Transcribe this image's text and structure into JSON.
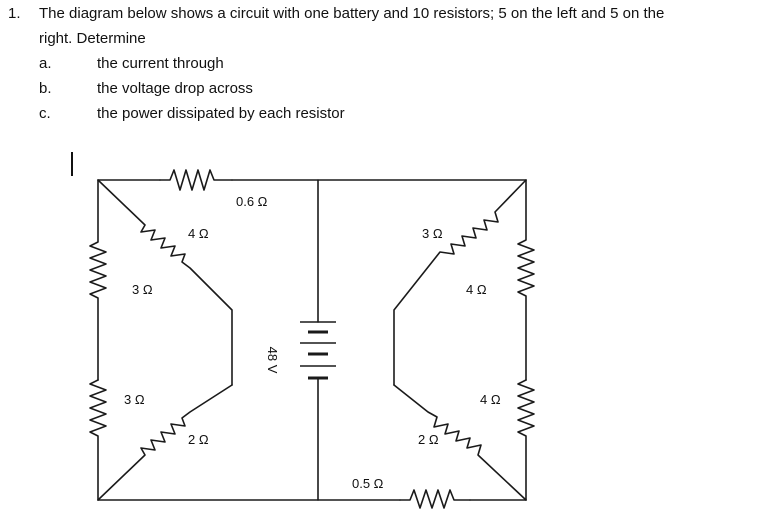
{
  "problem": {
    "number": "1.",
    "stem_line1": "The diagram below shows a circuit with one battery and 10 resistors; 5 on the left and 5 on the",
    "stem_line2": "right. Determine",
    "items": [
      {
        "letter": "a.",
        "text": "the current through"
      },
      {
        "letter": "b.",
        "text": "the voltage drop across"
      },
      {
        "letter": "c.",
        "text": "the power dissipated by each resistor"
      }
    ]
  },
  "circuit": {
    "battery_label": "48 V",
    "left_labels": [
      "0.6 Ω",
      "4 Ω",
      "3 Ω",
      "3 Ω",
      "2 Ω"
    ],
    "right_labels": [
      "3 Ω",
      "4 Ω",
      "4 Ω",
      "2 Ω",
      "0.5 Ω"
    ],
    "colors": {
      "line": "#1a1a1a",
      "text": "#111111",
      "background": "#ffffff"
    }
  }
}
